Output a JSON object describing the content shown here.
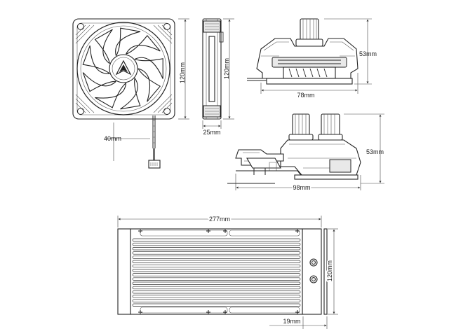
{
  "dimensions": {
    "fan_height": "120mm",
    "fan_side_height": "120mm",
    "fan_thickness": "25mm",
    "cable_length": "40mm",
    "pump_top_width": "78mm",
    "pump_top_height": "53mm",
    "pump_side_width": "98mm",
    "pump_side_height": "53mm",
    "radiator_length": "277mm",
    "radiator_height": "120mm",
    "radiator_thickness": "19mm"
  },
  "colors": {
    "line": "#222222",
    "fill": "#ffffff",
    "shade": "#e9e9e9"
  }
}
